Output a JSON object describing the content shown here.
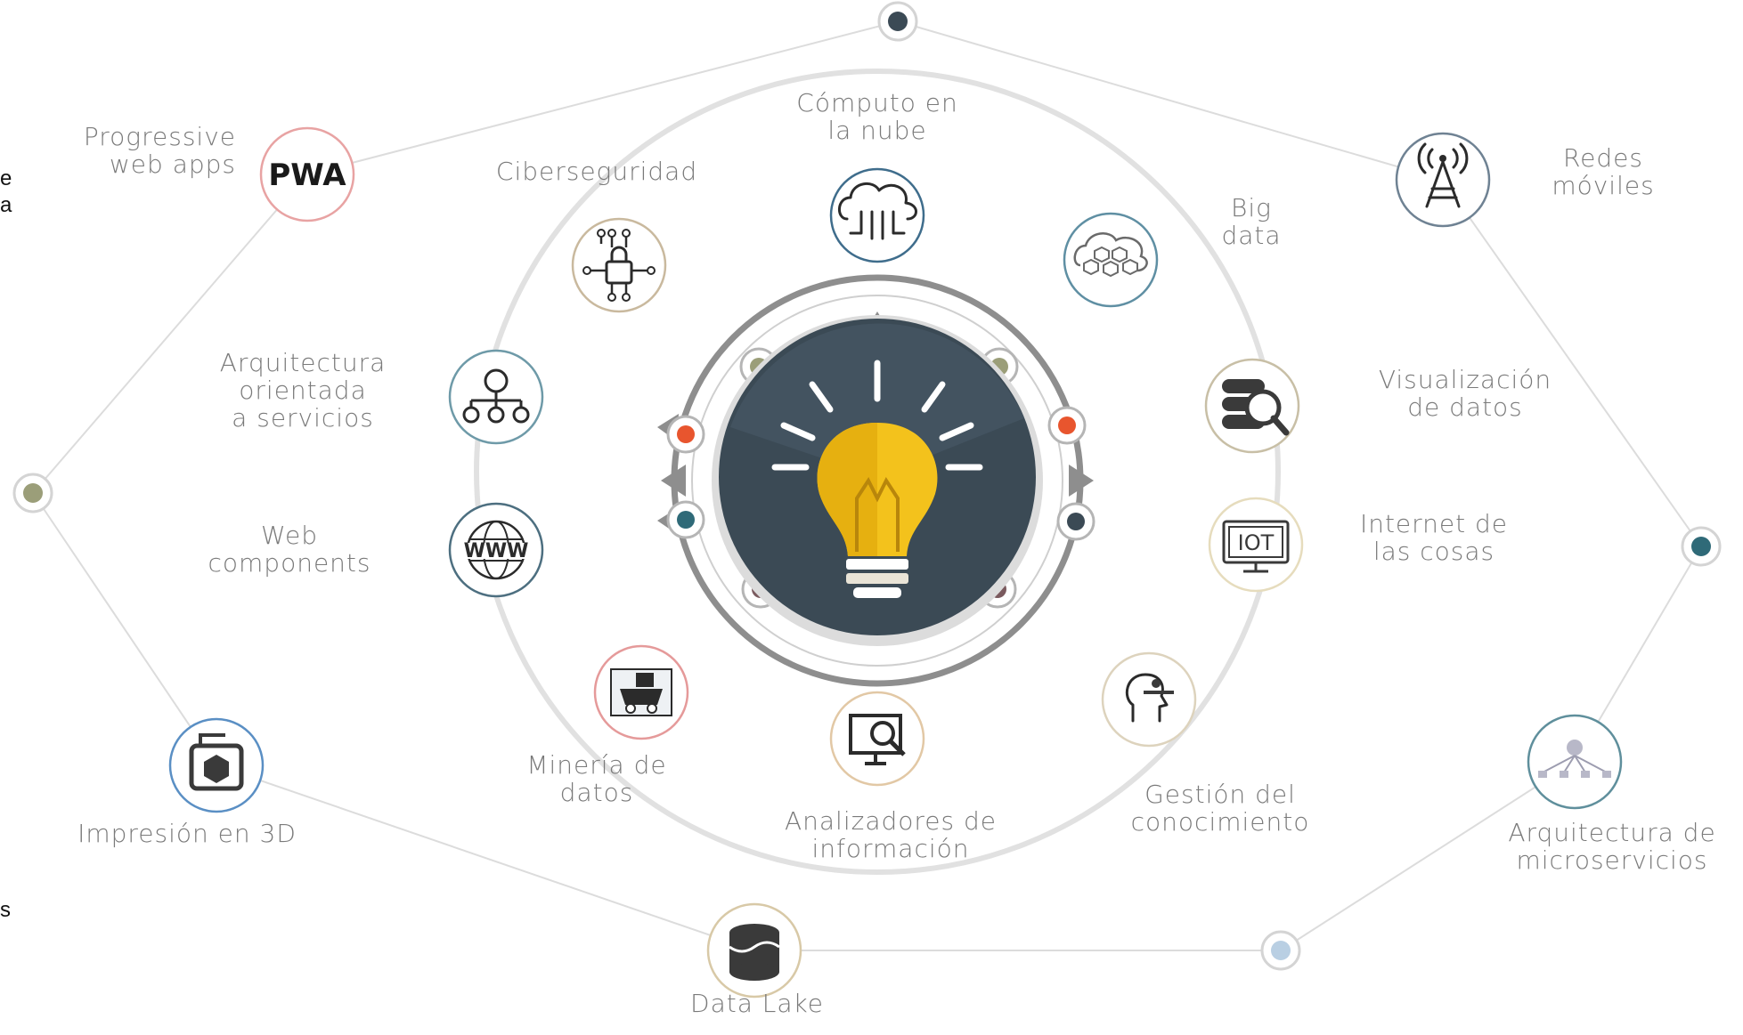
{
  "center": {
    "icon": "lightbulb-icon"
  },
  "outer_ring": [
    {
      "id": "pwa",
      "label": "Progressive\nweb apps",
      "icon": "pwa-logo",
      "border": "#e8a3a3"
    },
    {
      "id": "redes",
      "label": "Redes\nmóviles",
      "icon": "antenna-icon",
      "border": "#6f8293"
    },
    {
      "id": "microservicios",
      "label": "Arquitectura de\nmicroservicios",
      "icon": "network-icon",
      "border": "#5f8f9c"
    },
    {
      "id": "datalake",
      "label": "Data Lake",
      "icon": "database-icon",
      "border": "#d8c9a7"
    },
    {
      "id": "impresion",
      "label": "Impresión en 3D",
      "icon": "3d-print-icon",
      "border": "#5a8fc4"
    }
  ],
  "inner_ring": [
    {
      "id": "nube",
      "label": "Cómputo en\nla nube",
      "icon": "cloud-icon",
      "border": "#3f6d8c"
    },
    {
      "id": "bigdata",
      "label": "Big\ndata",
      "icon": "big-data-icon",
      "border": "#5f8fa3"
    },
    {
      "id": "visualizacion",
      "label": "Visualización\nde datos",
      "icon": "data-search-icon",
      "border": "#c8bfa6"
    },
    {
      "id": "iot",
      "label": "Internet de\nlas cosas",
      "icon": "iot-icon",
      "border": "#e6dcbd"
    },
    {
      "id": "gestion",
      "label": "Gestión del\nconocimiento",
      "icon": "knowledge-icon",
      "border": "#ddd3bd"
    },
    {
      "id": "analizadores",
      "label": "Analizadores de\ninformación",
      "icon": "analyzer-icon",
      "border": "#e2c8a5"
    },
    {
      "id": "mineria",
      "label": "Minería de\ndatos",
      "icon": "mining-icon",
      "border": "#e59a9a"
    },
    {
      "id": "web",
      "label": "Web\ncomponents",
      "icon": "www-icon",
      "border": "#4d6f80"
    },
    {
      "id": "soa",
      "label": "Arquitectura\norientada\na servicios",
      "icon": "soa-icon",
      "border": "#6e9aa8"
    },
    {
      "id": "ciber",
      "label": "Ciberseguridad",
      "icon": "cyber-lock-icon",
      "border": "#c9b99e"
    }
  ],
  "edge_text": {
    "right_top": "e\na",
    "right_bottom": "s"
  },
  "colors": {
    "dark": "#3b4a55",
    "orange": "#e8552e",
    "yellow": "#f3c21c",
    "olive": "#9b9e79",
    "mauve": "#7a5a5e",
    "teal": "#2f6a78",
    "lightblue": "#b9cfe3",
    "ring": "#9a9a9a"
  }
}
